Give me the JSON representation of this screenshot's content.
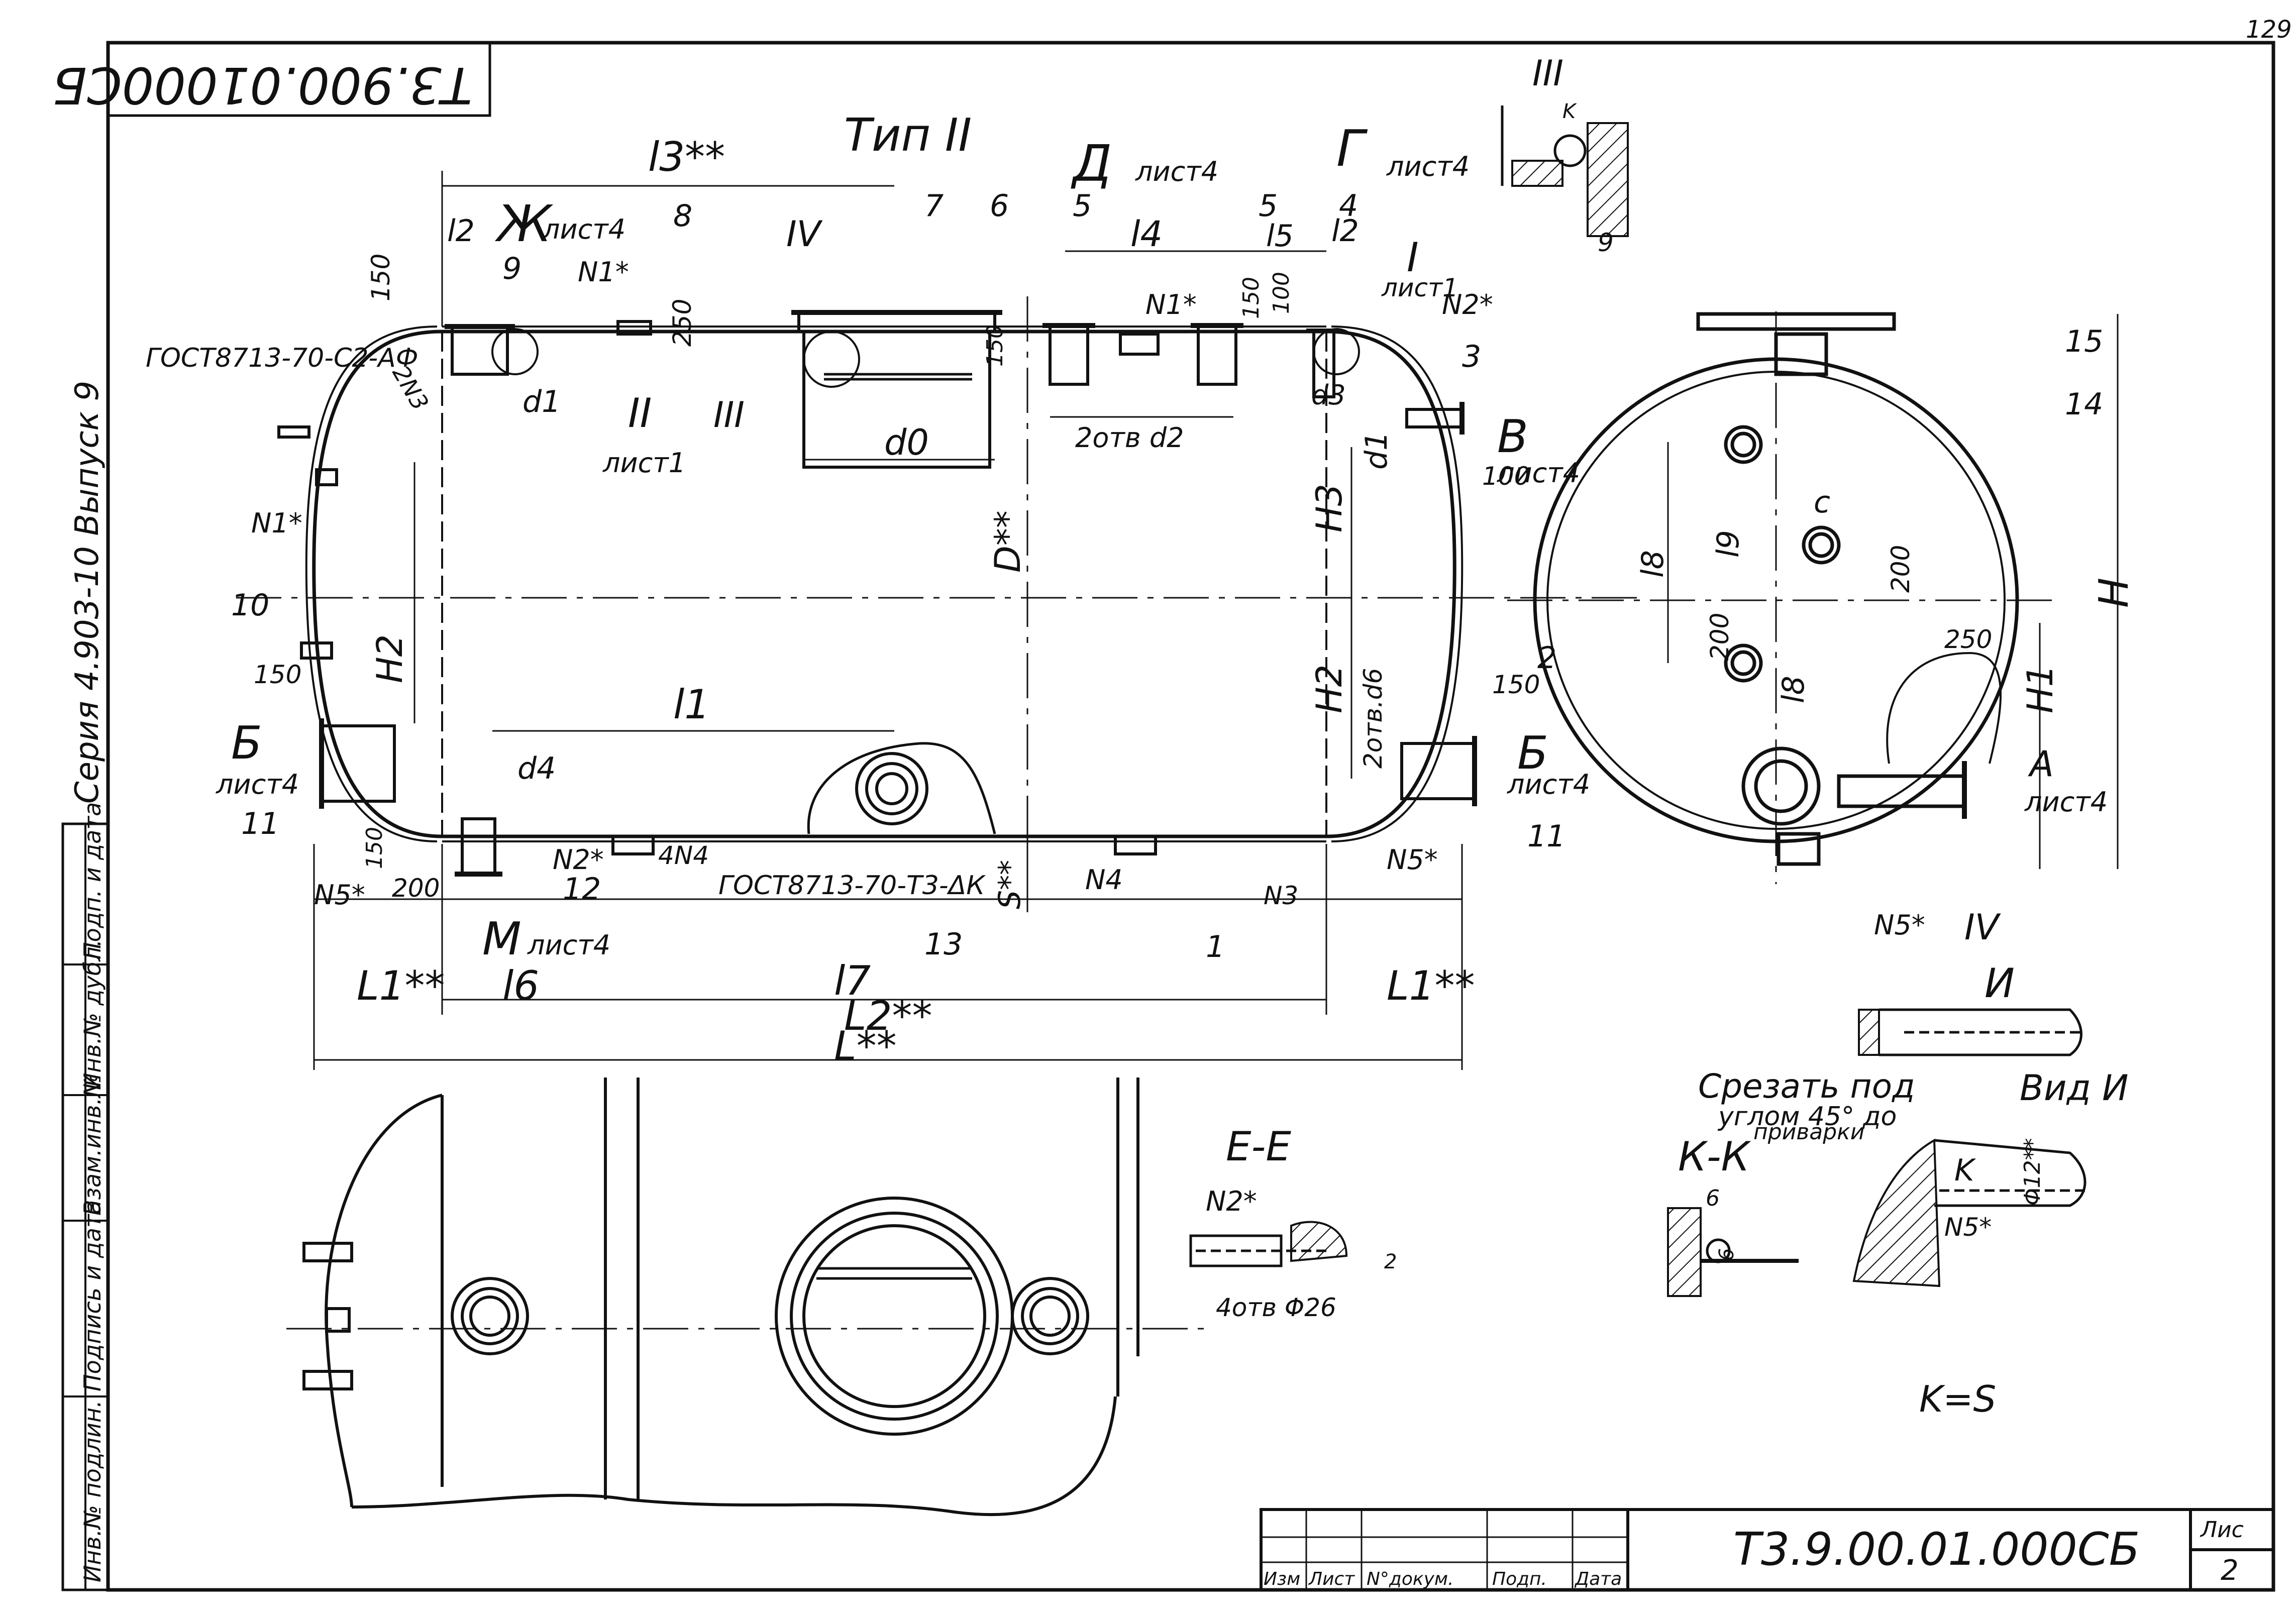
{
  "sheet": {
    "page_number": "129",
    "doc_code_rotated": "Т3.900.01000СБ",
    "series_vertical": "Серия 4.903-10 Выпуск 9",
    "gost_top": "ГОСТ8713-70-С2-АФ",
    "gost_bottom": "ГОСТ8713-70-Т3-ΔК",
    "title_type": "Тип II",
    "formula": "K=S"
  },
  "views": {
    "III": "III",
    "IV": "IV",
    "I": "I",
    "II": "II",
    "section_EE": "Е-Е",
    "section_KK": "К-К",
    "view_I": "Вид И",
    "cut_note_line1": "Срезать под",
    "cut_note_line2": "углом 45° до",
    "cut_note_line3": "приварки"
  },
  "callouts": {
    "D": "Д",
    "G": "Г",
    "ZH": "Ж",
    "M": "М",
    "V": "В",
    "B": "Б",
    "A": "А",
    "I_view": "И",
    "list4": "лист4",
    "list1": "лист1",
    "N1": "N1*",
    "N2": "N2*",
    "N3": "N3",
    "N4": "N4",
    "N5": "N5*",
    "4N4": "4N4",
    "2N3": "2N3",
    "holes2d2": "2отв d2",
    "holes2d6": "2отв.d6",
    "holes4": "4отв Φ26"
  },
  "dimensions": {
    "l3": "l3**",
    "l2": "l2",
    "l4": "l4",
    "l5": "l5",
    "l1": "l1",
    "l6": "l6",
    "l7": "l7",
    "L1": "L1**",
    "L2": "L2**",
    "L": "L**",
    "D": "D**",
    "S": "S**",
    "H": "H",
    "H1": "H1",
    "H2": "H2",
    "H3": "H3",
    "d0": "d0",
    "d1": "d1",
    "d3": "d3",
    "d4": "d4",
    "l8": "l8",
    "l9": "l9",
    "c": "c",
    "v150": "150",
    "v250": "250",
    "v100": "100",
    "v200": "200",
    "v2": "2",
    "v6": "6",
    "v12": "Φ12**",
    "k": "K",
    "s9": "9"
  },
  "positions": [
    "1",
    "2",
    "3",
    "4",
    "5",
    "6",
    "7",
    "8",
    "9",
    "10",
    "11",
    "12",
    "13",
    "14",
    "15"
  ],
  "stamp_side": [
    "Инв.№ подлин.",
    "Подпись и дата",
    "Взам.инв.№",
    "Инв.№ дубл.",
    "Подп. и дата"
  ],
  "title_block": {
    "headers": [
      "Изм",
      "Лист",
      "N°докум.",
      "Подп.",
      "Дата"
    ],
    "code": "Т3.9.00.01.000СБ",
    "sheet_label": "Лис",
    "sheet_no": "2"
  }
}
